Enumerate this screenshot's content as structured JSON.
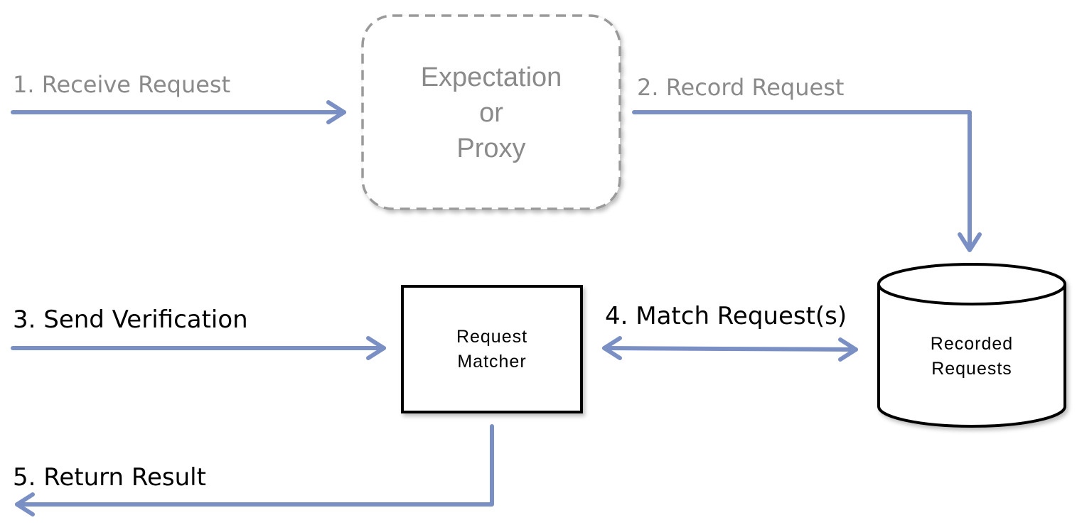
{
  "steps": {
    "receive": "1. Receive Request",
    "record": "2. Record Request",
    "send_verification": "3. Send Verification",
    "match": "4. Match Request(s)",
    "return_result": "5. Return Result"
  },
  "nodes": {
    "expectation": {
      "lines": [
        "Expectation",
        "or",
        "Proxy"
      ]
    },
    "matcher": {
      "lines": [
        "Request",
        "Matcher"
      ]
    },
    "store": {
      "lines": [
        "Recorded",
        "Requests"
      ]
    }
  },
  "colors": {
    "arrow": "#7a8fc4",
    "faded_text": "#8a8a8a",
    "active_text": "#000000",
    "dashed_border": "#9a9a9a"
  }
}
